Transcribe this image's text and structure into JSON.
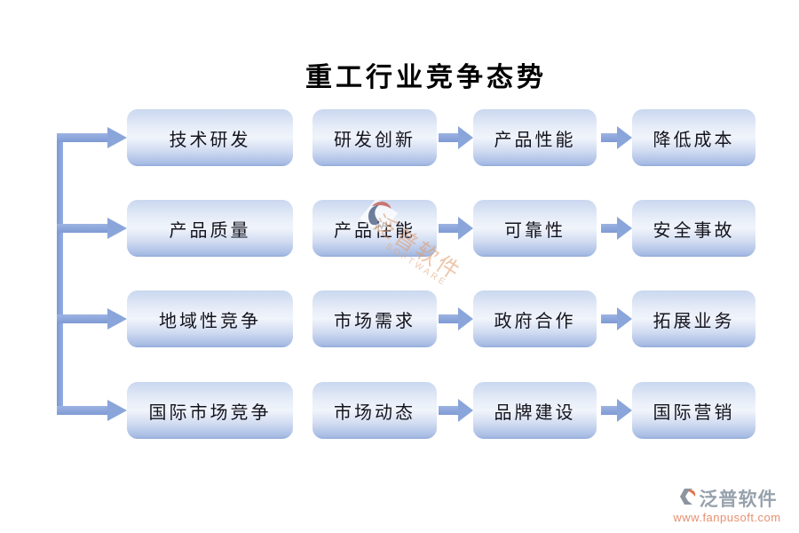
{
  "title": "重工行业竞争态势",
  "grid": {
    "rows": [
      {
        "cells": [
          "技术研发",
          "研发创新",
          "产品性能",
          "降低成本"
        ]
      },
      {
        "cells": [
          "产品质量",
          "产品性能",
          "可靠性",
          "安全事故"
        ]
      },
      {
        "cells": [
          "地域性竞争",
          "市场需求",
          "政府合作",
          "拓展业务"
        ]
      },
      {
        "cells": [
          "国际市场竞争",
          "市场动态",
          "品牌建设",
          "国际营销"
        ]
      }
    ]
  },
  "watermark": {
    "brand": "泛普软件",
    "subtext": "SOFTWARE"
  },
  "footer": {
    "brand": "泛普软件",
    "url": "www.fanpusoft.com"
  },
  "colors": {
    "box_top": "#c9d7ef",
    "box_mid": "#f0f4fb",
    "box_bottom": "#93abd9",
    "arrow": "#8aa5da",
    "title_text": "#000000",
    "footer_brand": "#97a1ac",
    "footer_url": "#e78f70",
    "watermark_text": "#e09a6c"
  }
}
